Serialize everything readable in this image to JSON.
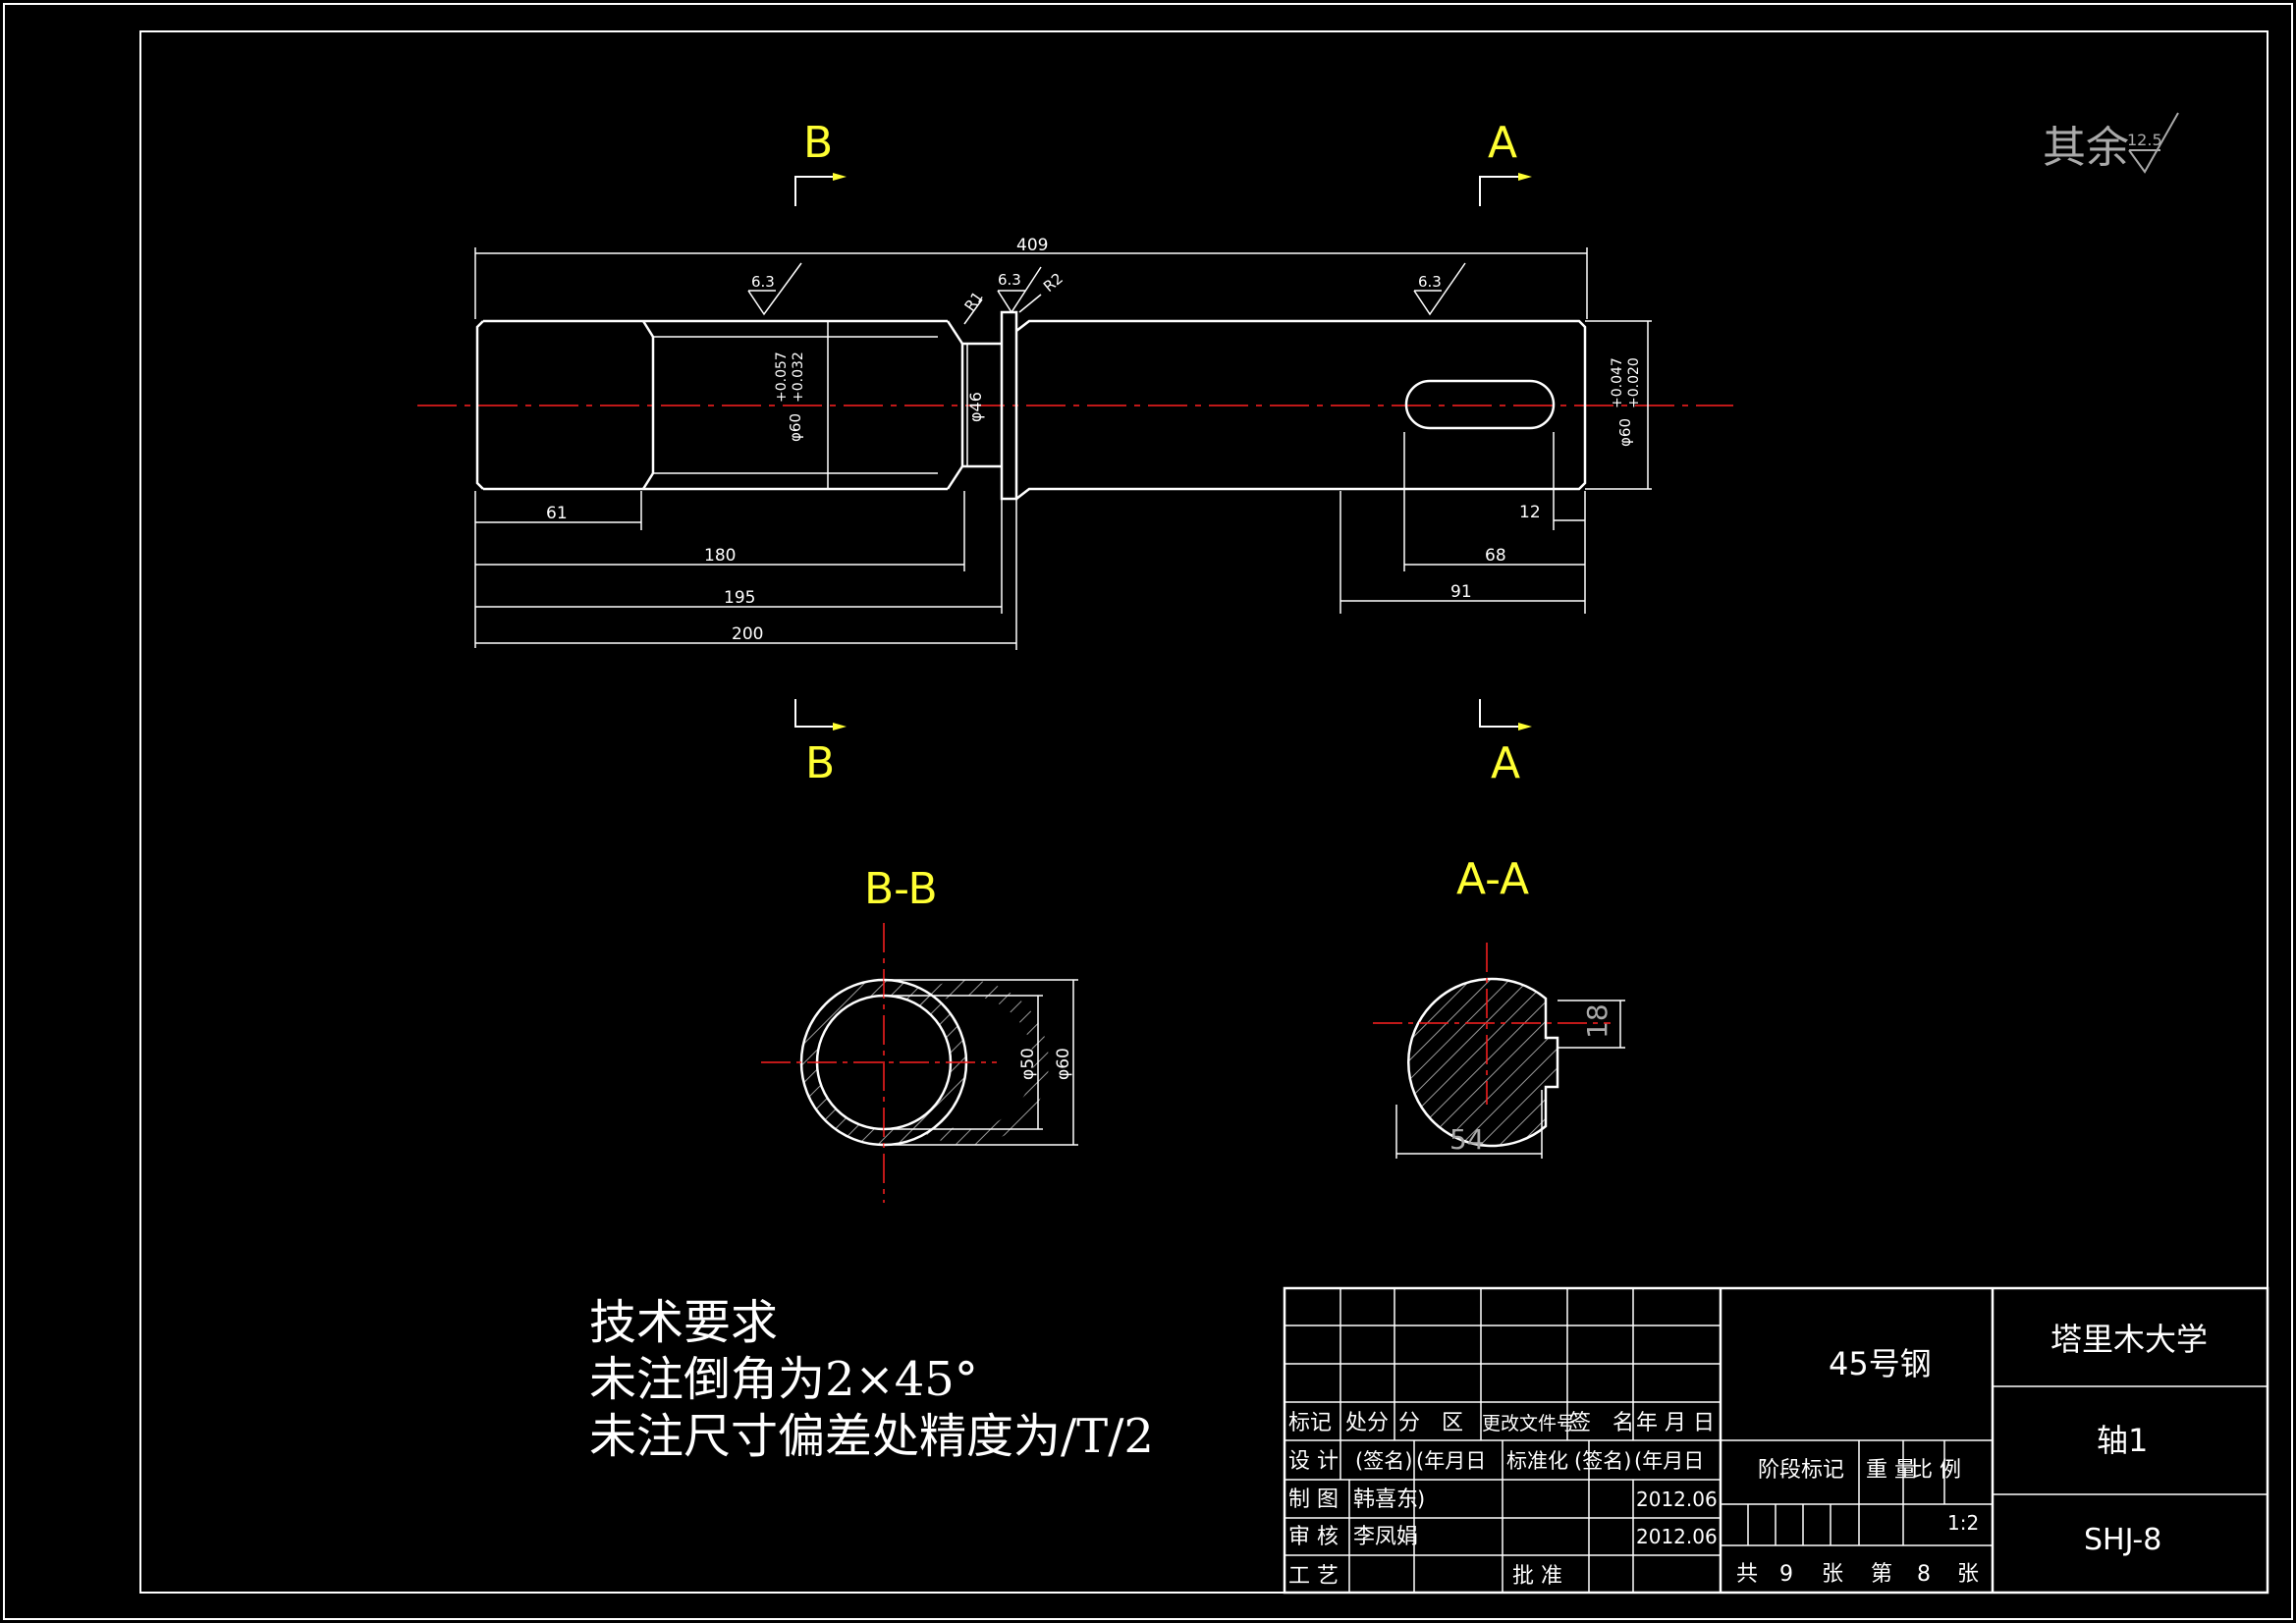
{
  "colors": {
    "background": "#000000",
    "lines": "#ffffff",
    "centerline": "#ff2020",
    "labels": "#ffff33",
    "hatch": "#9a9a9a"
  },
  "roughness_general": {
    "prefix": "其余",
    "value": "12.5"
  },
  "section_marks": {
    "B_top": "B",
    "A_top": "A",
    "B_bottom": "B",
    "A_bottom": "A",
    "section_B": "B-B",
    "section_A": "A-A"
  },
  "dimensions": {
    "overall": "409",
    "d61": "61",
    "d180": "180",
    "d195": "195",
    "d200": "200",
    "d12": "12",
    "d68": "68",
    "d91": "91",
    "dia_left": "φ60",
    "dia_left_tol_upper": "+0.057",
    "dia_left_tol_lower": "+0.032",
    "dia_groove": "φ46",
    "dia_right": "φ60",
    "dia_right_tol_upper": "+0.047",
    "dia_right_tol_lower": "+0.020",
    "r1": "R1",
    "r2": "R2",
    "rough1": "6.3",
    "rough2": "6.3",
    "rough3": "6.3",
    "bb_inner": "φ50",
    "bb_outer": "φ60",
    "aa_key": "18",
    "aa_depth": "54"
  },
  "tech_requirements": {
    "title": "技术要求",
    "line1": "未注倒角为2×45°",
    "line2": "未注尺寸偏差处精度为/T/2"
  },
  "title_block": {
    "material": "45号钢",
    "school": "塔里木大学",
    "part_name": "轴1",
    "drawing_no": "SHJ-8",
    "h_mark": "标记",
    "h_count": "处分",
    "h_zone": "分　区",
    "h_doc": "更改文件号",
    "h_sign": "签　名",
    "h_date": "年 月 日",
    "r_design": "设 计",
    "r_design_sig": "(签名)",
    "r_design_date": "(年月日",
    "r_std": "标准化",
    "r_std_sig": "(签名)",
    "r_std_date": "(年月日",
    "r_draw": "制 图",
    "r_draw_name": "韩喜东",
    "r_draw_paren": ")",
    "r_draw_date": "2012.06",
    "r_check": "审 核",
    "r_check_name": "李凤娟",
    "r_check_date": "2012.06",
    "r_process": "工 艺",
    "r_approve": "批 准",
    "stage": "阶段标记",
    "weight": "重 量",
    "scale_label": "比 例",
    "scale": "1:2",
    "sheets_total_label": "共",
    "sheets_total": "9",
    "sheets_unit": "张",
    "sheet_no_label": "第",
    "sheet_no": "8",
    "sheet_unit": "张"
  }
}
